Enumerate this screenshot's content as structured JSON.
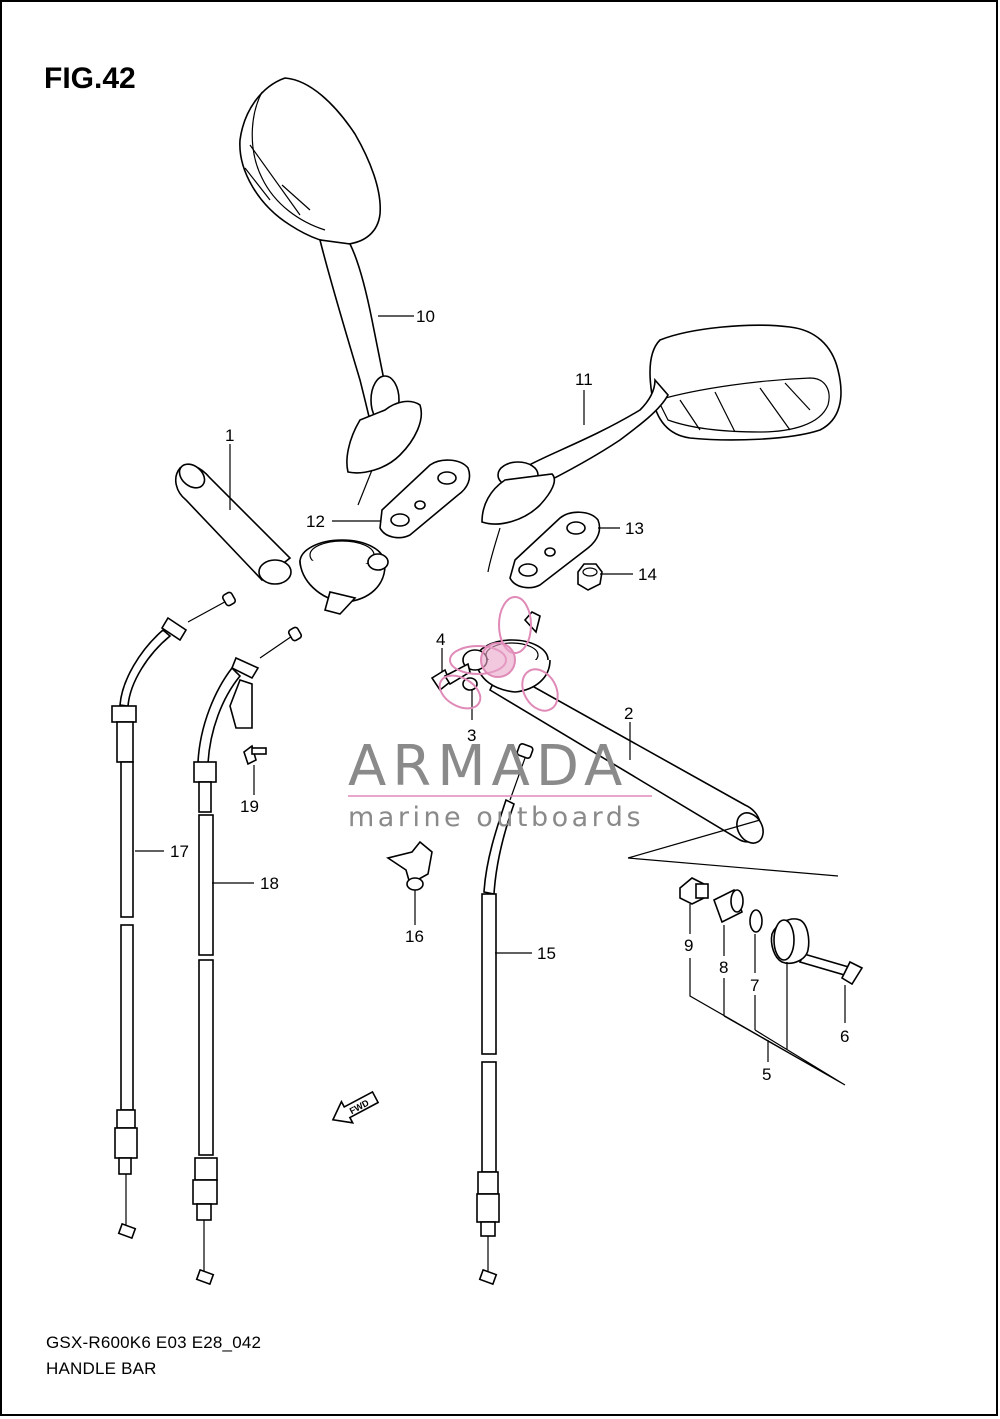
{
  "figure": {
    "title": "FIG.42",
    "model_code": "GSX-R600K6 E03 E28_042",
    "section_name": "HANDLE BAR"
  },
  "callouts": [
    "1",
    "2",
    "3",
    "4",
    "5",
    "6",
    "7",
    "8",
    "9",
    "10",
    "11",
    "12",
    "13",
    "14",
    "15",
    "16",
    "17",
    "18",
    "19"
  ],
  "watermark": {
    "brand": "ARMADA",
    "tagline": "marine outboards",
    "accent_color": "#e08ab8",
    "text_color": "#8a8a8a"
  },
  "fwd_label": "FWD"
}
